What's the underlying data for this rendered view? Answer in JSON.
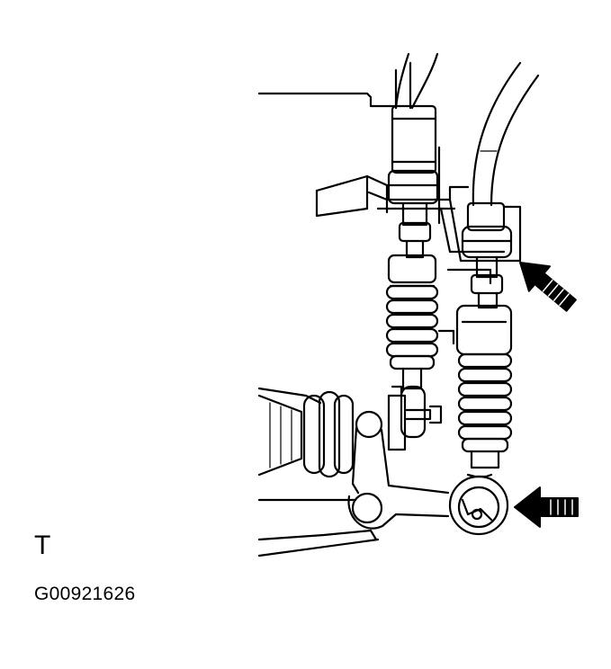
{
  "figure": {
    "view_letter": "T",
    "figure_code": "G00921626",
    "ink_color": "#000000",
    "paper_color": "#ffffff"
  },
  "parts": [
    "left-shift-cable",
    "right-select-cable",
    "cable-bracket",
    "left-cable-boot",
    "right-cable-boot",
    "cable-end-eye",
    "transaxle-lever",
    "transaxle-housing",
    "axle-boot"
  ],
  "callouts": [
    {
      "name": "upper-arrow",
      "points_to": "cable-bracket-clip"
    },
    {
      "name": "lower-arrow",
      "points_to": "cable-end-eye"
    }
  ]
}
